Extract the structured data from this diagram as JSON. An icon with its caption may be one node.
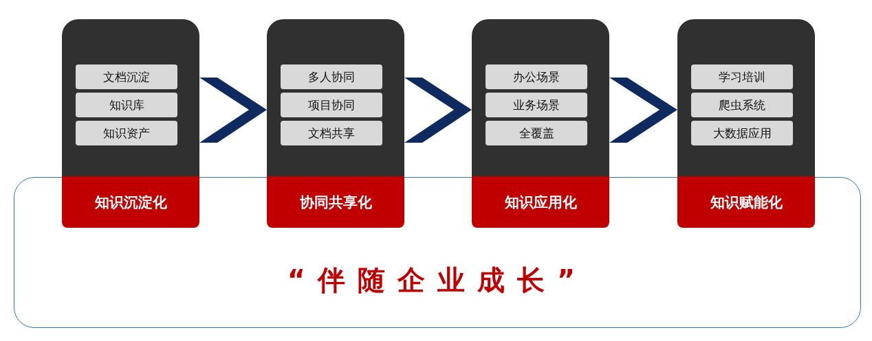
{
  "diagram": {
    "nodes": [
      {
        "text": [
          "知识沉淀化"
        ]
      },
      {
        "text": [
          "文档沉淀"
        ],
        "in": 0
      },
      {
        "text": [
          "知识库"
        ],
        "in": 0
      },
      {
        "text": [
          "知识资产"
        ],
        "in": 0
      },
      {
        "text": [
          "协同共享化"
        ]
      },
      {
        "text": [
          "多人协同"
        ],
        "in": 4
      },
      {
        "text": [
          "项目协同"
        ],
        "in": 4
      },
      {
        "text": [
          "文档共享"
        ],
        "in": 4
      },
      {
        "text": [
          "知识应用化"
        ]
      },
      {
        "text": [
          "办公场景"
        ],
        "in": 8
      },
      {
        "text": [
          "业务场景"
        ],
        "in": 8
      },
      {
        "text": [
          "全覆盖"
        ],
        "in": 8
      },
      {
        "text": [
          "知识赋能化"
        ]
      },
      {
        "text": [
          "学习培训"
        ],
        "in": 12
      },
      {
        "text": [
          "爬虫系统"
        ],
        "in": 12
      },
      {
        "text": [
          "大数据应用"
        ],
        "in": 12
      },
      {
        "text": [
          "“伴随企业成长”"
        ]
      }
    ],
    "edges": [
      {
        "from": 0,
        "to": 4,
        "arrow": "to"
      },
      {
        "from": 4,
        "to": 8,
        "arrow": "to"
      },
      {
        "from": 8,
        "to": 12,
        "arrow": "to"
      }
    ]
  }
}
